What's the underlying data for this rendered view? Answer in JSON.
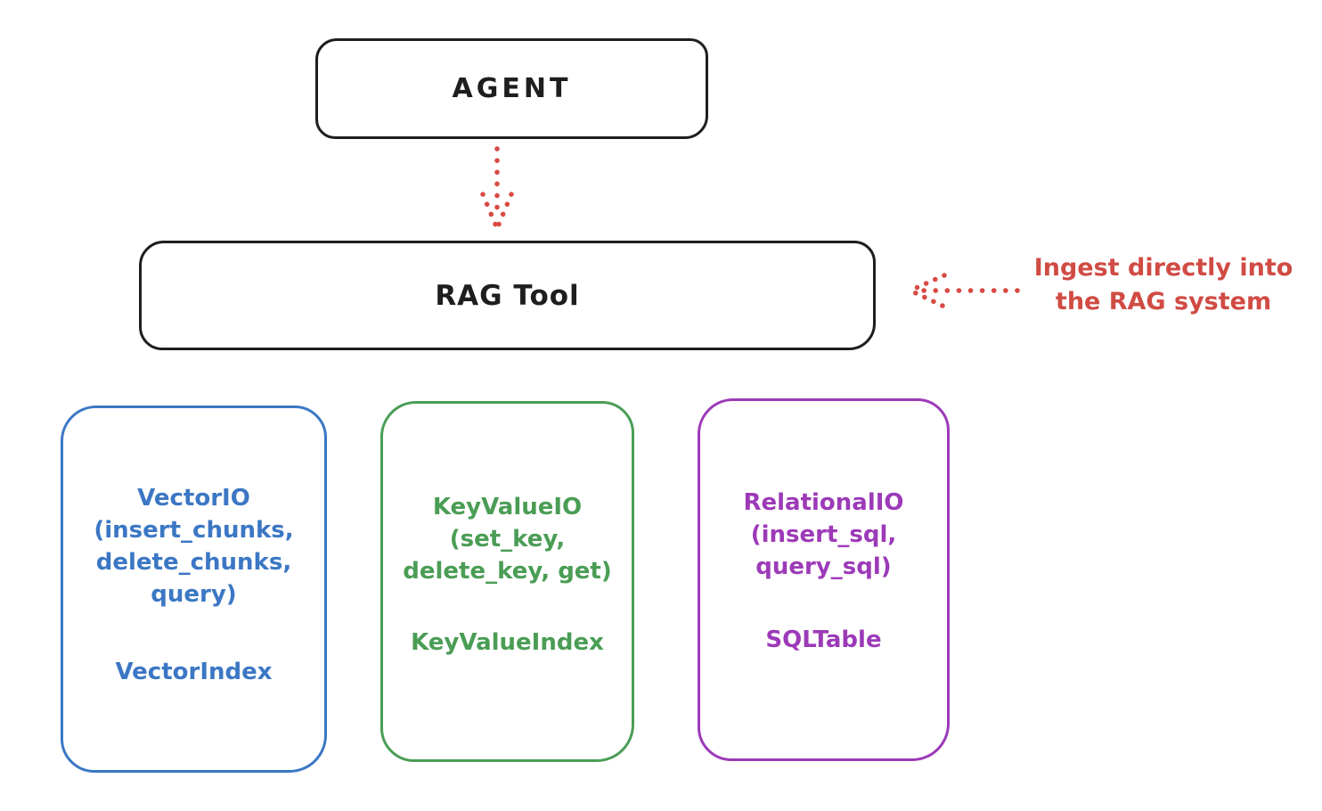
{
  "canvas": {
    "background": "#ffffff",
    "stroke_black": "#1e1e1e"
  },
  "agent": {
    "label": "AGENT"
  },
  "rag_tool": {
    "label": "RAG Tool"
  },
  "connectors": {
    "agent_to_rag": {
      "style": "dotted",
      "direction": "down",
      "color": "#d84a42"
    },
    "ingest_to_rag": {
      "style": "dotted",
      "direction": "left",
      "color": "#d84a42"
    }
  },
  "annotation": {
    "lines": [
      "Ingest directly into",
      "the RAG system"
    ],
    "color": "#d04b43"
  },
  "io_boxes": [
    {
      "id": "vector",
      "color": "#3b77c4",
      "lines": [
        "VectorIO",
        "(insert_chunks,",
        "delete_chunks,",
        "query)"
      ],
      "secondary": "VectorIndex"
    },
    {
      "id": "keyvalue",
      "color": "#4a9d55",
      "lines": [
        "KeyValueIO",
        "(set_key,",
        "delete_key, get)"
      ],
      "secondary": "KeyValueIndex"
    },
    {
      "id": "relational",
      "color": "#9c3ab8",
      "lines": [
        "RelationalIO",
        "(insert_sql,",
        "query_sql)"
      ],
      "secondary": "SQLTable"
    }
  ]
}
